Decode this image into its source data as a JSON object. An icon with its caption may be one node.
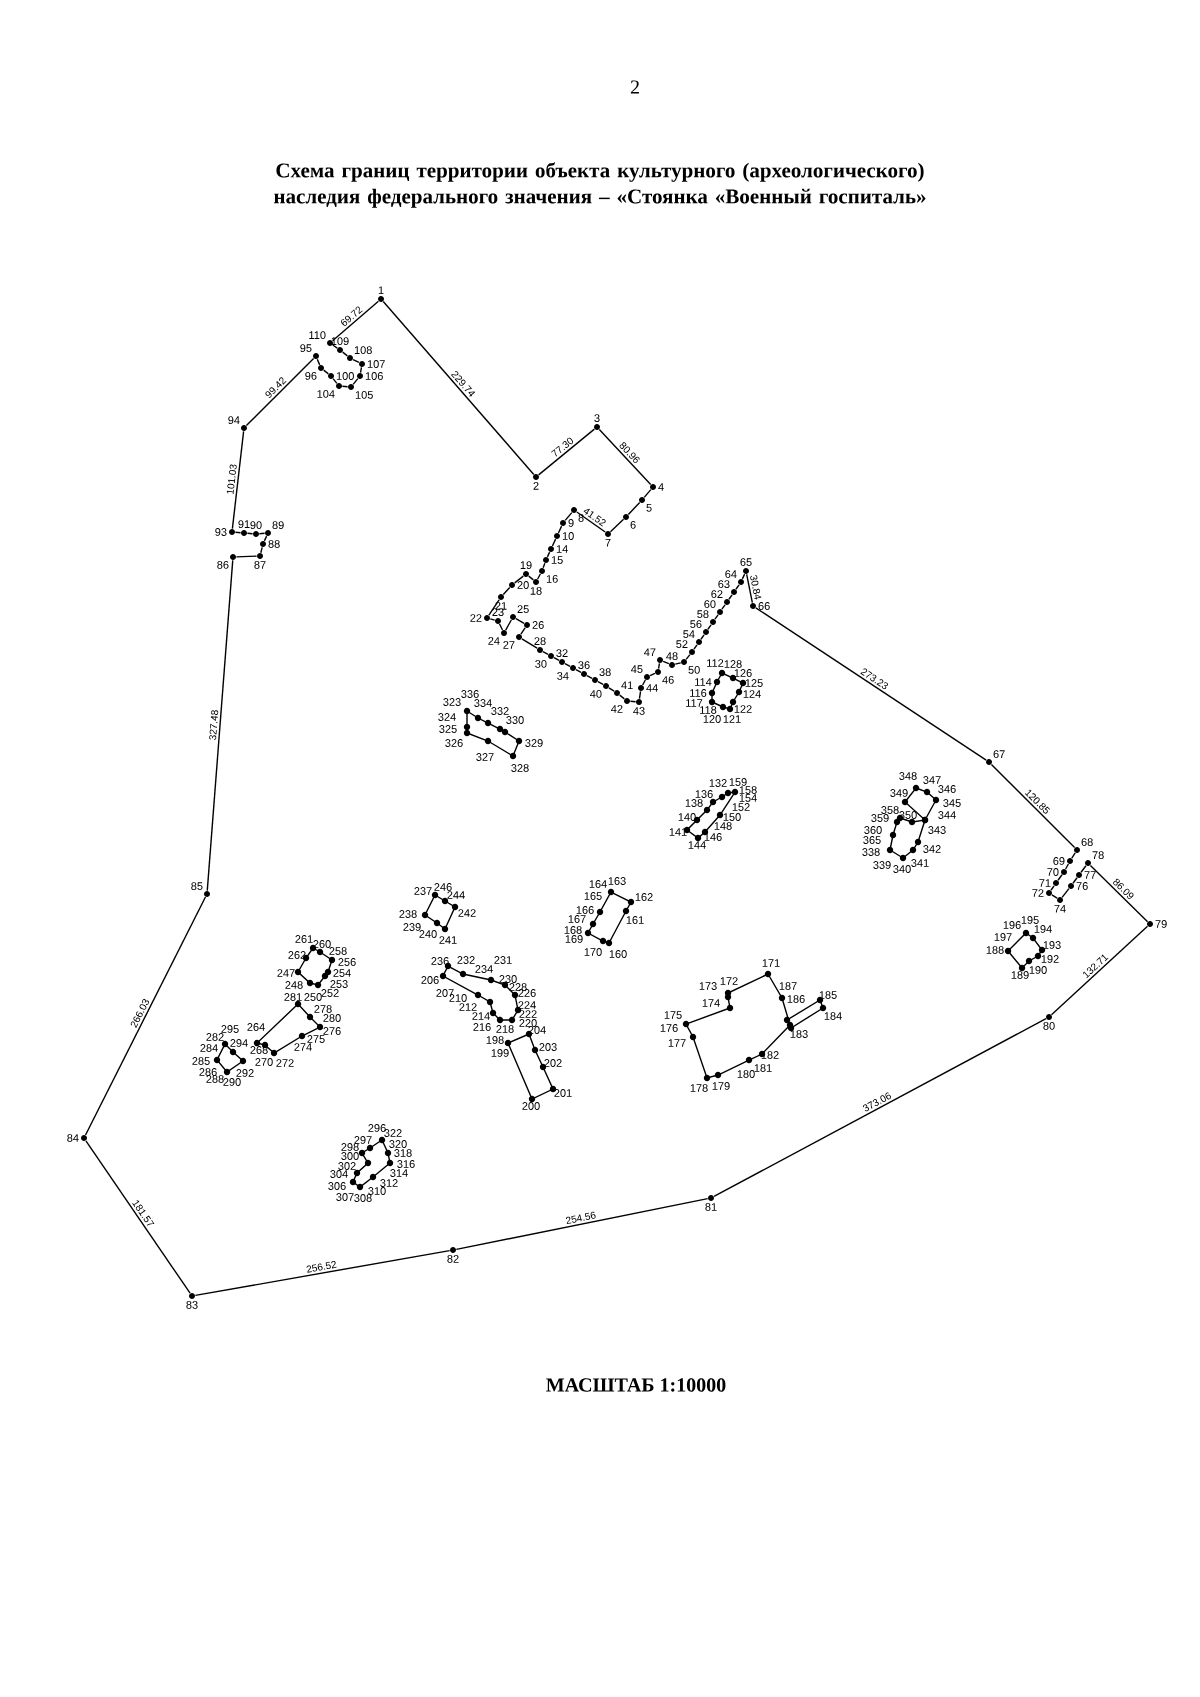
{
  "diagram": {
    "title": "Схема границ территории объекта культурного (археологического) наследия федерального значения – «Стоянка «Военный госпиталь»",
    "nodes": [
      {
        "text": [
          "1"
        ]
      },
      {
        "text": [
          "2"
        ]
      },
      {
        "text": [
          "3"
        ]
      },
      {
        "text": [
          "4"
        ]
      },
      {
        "text": [
          "5"
        ]
      },
      {
        "text": [
          "6"
        ]
      },
      {
        "text": [
          "7"
        ]
      },
      {
        "text": [
          "8"
        ]
      },
      {
        "text": [
          "9"
        ]
      },
      {
        "text": [
          "10"
        ]
      },
      {
        "text": [
          "14"
        ]
      },
      {
        "text": [
          "15"
        ]
      },
      {
        "text": [
          "16"
        ]
      },
      {
        "text": [
          "18"
        ]
      },
      {
        "text": [
          "19"
        ]
      },
      {
        "text": [
          "20"
        ]
      },
      {
        "text": [
          "21"
        ]
      },
      {
        "text": [
          "22"
        ]
      },
      {
        "text": [
          "23"
        ]
      },
      {
        "text": [
          "24"
        ]
      },
      {
        "text": [
          "25"
        ]
      },
      {
        "text": [
          "26"
        ]
      },
      {
        "text": [
          "27"
        ]
      },
      {
        "text": [
          "28"
        ]
      },
      {
        "text": [
          "30"
        ]
      },
      {
        "text": [
          "32"
        ]
      },
      {
        "text": [
          "34"
        ]
      },
      {
        "text": [
          "36"
        ]
      },
      {
        "text": [
          "38"
        ]
      },
      {
        "text": [
          "40"
        ]
      },
      {
        "text": [
          "41"
        ]
      },
      {
        "text": [
          "42"
        ]
      },
      {
        "text": [
          "43"
        ]
      },
      {
        "text": [
          "44"
        ]
      },
      {
        "text": [
          "45"
        ]
      },
      {
        "text": [
          "46"
        ]
      },
      {
        "text": [
          "47"
        ]
      },
      {
        "text": [
          "48"
        ]
      },
      {
        "text": [
          "50"
        ]
      },
      {
        "text": [
          "52"
        ]
      },
      {
        "text": [
          "54"
        ]
      },
      {
        "text": [
          "56"
        ]
      },
      {
        "text": [
          "58"
        ]
      },
      {
        "text": [
          "60"
        ]
      },
      {
        "text": [
          "62"
        ]
      },
      {
        "text": [
          "63"
        ]
      },
      {
        "text": [
          "64"
        ]
      },
      {
        "text": [
          "65"
        ]
      },
      {
        "text": [
          "66"
        ]
      },
      {
        "text": [
          "67"
        ]
      },
      {
        "text": [
          "68"
        ]
      },
      {
        "text": [
          "69"
        ]
      },
      {
        "text": [
          "70"
        ]
      },
      {
        "text": [
          "71"
        ]
      },
      {
        "text": [
          "72"
        ]
      },
      {
        "text": [
          "74"
        ]
      },
      {
        "text": [
          "76"
        ]
      },
      {
        "text": [
          "77"
        ]
      },
      {
        "text": [
          "78"
        ]
      },
      {
        "text": [
          "79"
        ]
      },
      {
        "text": [
          "80"
        ]
      },
      {
        "text": [
          "81"
        ]
      },
      {
        "text": [
          "82"
        ]
      },
      {
        "text": [
          "83"
        ]
      },
      {
        "text": [
          "84"
        ]
      },
      {
        "text": [
          "85"
        ]
      },
      {
        "text": [
          "86"
        ]
      },
      {
        "text": [
          "87"
        ]
      },
      {
        "text": [
          "88"
        ]
      },
      {
        "text": [
          "89"
        ]
      },
      {
        "text": [
          "90"
        ]
      },
      {
        "text": [
          "91"
        ]
      },
      {
        "text": [
          "93"
        ]
      },
      {
        "text": [
          "94"
        ]
      },
      {
        "text": [
          "95"
        ]
      },
      {
        "text": [
          "96"
        ]
      },
      {
        "text": [
          "100"
        ]
      },
      {
        "text": [
          "104"
        ]
      },
      {
        "text": [
          "105"
        ]
      },
      {
        "text": [
          "106"
        ]
      },
      {
        "text": [
          "107"
        ]
      },
      {
        "text": [
          "108"
        ]
      },
      {
        "text": [
          "109"
        ]
      },
      {
        "text": [
          "110"
        ]
      }
    ],
    "edges": [
      {
        "from": 0,
        "to": 1,
        "arrow": "none",
        "label": "229.74"
      },
      {
        "from": 1,
        "to": 2,
        "arrow": "none",
        "label": "77.30"
      },
      {
        "from": 2,
        "to": 3,
        "arrow": "none",
        "label": "80.96"
      },
      {
        "from": 3,
        "to": 4,
        "arrow": "none"
      },
      {
        "from": 4,
        "to": 5,
        "arrow": "none"
      },
      {
        "from": 5,
        "to": 6,
        "arrow": "none"
      },
      {
        "from": 6,
        "to": 7,
        "arrow": "none",
        "label": "41.52"
      },
      {
        "from": 7,
        "to": 8,
        "arrow": "none"
      },
      {
        "from": 8,
        "to": 9,
        "arrow": "none"
      },
      {
        "from": 9,
        "to": 10,
        "arrow": "none"
      },
      {
        "from": 10,
        "to": 11,
        "arrow": "none"
      },
      {
        "from": 11,
        "to": 12,
        "arrow": "none"
      },
      {
        "from": 12,
        "to": 13,
        "arrow": "none"
      },
      {
        "from": 13,
        "to": 14,
        "arrow": "none"
      },
      {
        "from": 14,
        "to": 15,
        "arrow": "none"
      },
      {
        "from": 15,
        "to": 16,
        "arrow": "none"
      },
      {
        "from": 16,
        "to": 17,
        "arrow": "none"
      },
      {
        "from": 17,
        "to": 18,
        "arrow": "none"
      },
      {
        "from": 18,
        "to": 19,
        "arrow": "none"
      },
      {
        "from": 19,
        "to": 20,
        "arrow": "none"
      },
      {
        "from": 20,
        "to": 21,
        "arrow": "none"
      },
      {
        "from": 21,
        "to": 22,
        "arrow": "none"
      },
      {
        "from": 22,
        "to": 23,
        "arrow": "none"
      },
      {
        "from": 23,
        "to": 24,
        "arrow": "none"
      },
      {
        "from": 24,
        "to": 25,
        "arrow": "none"
      },
      {
        "from": 25,
        "to": 26,
        "arrow": "none"
      },
      {
        "from": 26,
        "to": 27,
        "arrow": "none"
      },
      {
        "from": 27,
        "to": 28,
        "arrow": "none"
      },
      {
        "from": 28,
        "to": 29,
        "arrow": "none"
      },
      {
        "from": 29,
        "to": 30,
        "arrow": "none"
      },
      {
        "from": 30,
        "to": 31,
        "arrow": "none"
      },
      {
        "from": 31,
        "to": 32,
        "arrow": "none"
      },
      {
        "from": 32,
        "to": 33,
        "arrow": "none"
      },
      {
        "from": 33,
        "to": 34,
        "arrow": "none"
      },
      {
        "from": 34,
        "to": 35,
        "arrow": "none"
      },
      {
        "from": 35,
        "to": 36,
        "arrow": "none"
      },
      {
        "from": 36,
        "to": 37,
        "arrow": "none"
      },
      {
        "from": 37,
        "to": 38,
        "arrow": "none"
      },
      {
        "from": 38,
        "to": 39,
        "arrow": "none"
      },
      {
        "from": 39,
        "to": 40,
        "arrow": "none"
      },
      {
        "from": 40,
        "to": 41,
        "arrow": "none"
      },
      {
        "from": 41,
        "to": 42,
        "arrow": "none"
      },
      {
        "from": 42,
        "to": 43,
        "arrow": "none"
      },
      {
        "from": 43,
        "to": 44,
        "arrow": "none"
      },
      {
        "from": 44,
        "to": 45,
        "arrow": "none"
      },
      {
        "from": 45,
        "to": 46,
        "arrow": "none"
      },
      {
        "from": 46,
        "to": 47,
        "arrow": "none"
      },
      {
        "from": 47,
        "to": 48,
        "arrow": "none",
        "label": "30.84"
      },
      {
        "from": 48,
        "to": 49,
        "arrow": "none",
        "label": "273.23"
      },
      {
        "from": 49,
        "to": 50,
        "arrow": "none",
        "label": "120.85"
      },
      {
        "from": 50,
        "to": 51,
        "arrow": "none"
      },
      {
        "from": 51,
        "to": 52,
        "arrow": "none"
      },
      {
        "from": 52,
        "to": 53,
        "arrow": "none"
      },
      {
        "from": 53,
        "to": 54,
        "arrow": "none"
      },
      {
        "from": 54,
        "to": 55,
        "arrow": "none"
      },
      {
        "from": 55,
        "to": 56,
        "arrow": "none"
      },
      {
        "from": 56,
        "to": 57,
        "arrow": "none"
      },
      {
        "from": 57,
        "to": 58,
        "arrow": "none"
      },
      {
        "from": 58,
        "to": 59,
        "arrow": "none",
        "label": "86.09"
      },
      {
        "from": 59,
        "to": 60,
        "arrow": "none",
        "label": "132.71"
      },
      {
        "from": 60,
        "to": 61,
        "arrow": "none",
        "label": "373.06"
      },
      {
        "from": 61,
        "to": 62,
        "arrow": "none",
        "label": "254.56"
      },
      {
        "from": 62,
        "to": 63,
        "arrow": "none",
        "label": "256.52"
      },
      {
        "from": 63,
        "to": 64,
        "arrow": "none",
        "label": "181.57"
      },
      {
        "from": 64,
        "to": 65,
        "arrow": "none",
        "label": "266.03"
      },
      {
        "from": 65,
        "to": 66,
        "arrow": "none",
        "label": "327.48"
      },
      {
        "from": 66,
        "to": 67,
        "arrow": "none"
      },
      {
        "from": 67,
        "to": 68,
        "arrow": "none"
      },
      {
        "from": 68,
        "to": 69,
        "arrow": "none"
      },
      {
        "from": 69,
        "to": 70,
        "arrow": "none"
      },
      {
        "from": 70,
        "to": 71,
        "arrow": "none"
      },
      {
        "from": 71,
        "to": 72,
        "arrow": "none"
      },
      {
        "from": 72,
        "to": 73,
        "arrow": "none",
        "label": "101.03"
      },
      {
        "from": 73,
        "to": 74,
        "arrow": "none",
        "label": "99.42"
      },
      {
        "from": 74,
        "to": 75,
        "arrow": "none"
      },
      {
        "from": 75,
        "to": 76,
        "arrow": "none"
      },
      {
        "from": 76,
        "to": 77,
        "arrow": "none"
      },
      {
        "from": 77,
        "to": 78,
        "arrow": "none"
      },
      {
        "from": 78,
        "to": 79,
        "arrow": "none"
      },
      {
        "from": 79,
        "to": 80,
        "arrow": "none"
      },
      {
        "from": 80,
        "to": 81,
        "arrow": "none"
      },
      {
        "from": 81,
        "to": 82,
        "arrow": "none"
      },
      {
        "from": 82,
        "to": 83,
        "arrow": "none"
      },
      {
        "from": 83,
        "to": 0,
        "arrow": "none",
        "label": "69.72"
      }
    ],
    "labels": [
      "2",
      "112",
      "128",
      "126",
      "125",
      "124",
      "122",
      "121",
      "120",
      "118",
      "117",
      "116",
      "114",
      "336",
      "334",
      "332",
      "330",
      "329",
      "328",
      "327",
      "326",
      "325",
      "324",
      "323",
      "132",
      "159",
      "158",
      "154",
      "152",
      "150",
      "148",
      "146",
      "144",
      "141",
      "140",
      "138",
      "136",
      "164",
      "163",
      "162",
      "161",
      "160",
      "170",
      "169",
      "168",
      "167",
      "166",
      "165",
      "171",
      "172",
      "173",
      "174",
      "175",
      "176",
      "177",
      "178",
      "179",
      "180",
      "181",
      "182",
      "183",
      "186",
      "187",
      "185",
      "184",
      "196",
      "195",
      "194",
      "193",
      "192",
      "190",
      "189",
      "188",
      "197",
      "348",
      "347",
      "346",
      "345",
      "344",
      "343",
      "342",
      "341",
      "340",
      "339",
      "338",
      "365",
      "360",
      "359",
      "358",
      "349",
      "350",
      "236",
      "232",
      "231",
      "234",
      "230",
      "228",
      "226",
      "224",
      "222",
      "220",
      "218",
      "216",
      "214",
      "212",
      "210",
      "207",
      "206",
      "204",
      "203",
      "202",
      "201",
      "200",
      "199",
      "198",
      "237",
      "246",
      "244",
      "242",
      "241",
      "240",
      "239",
      "238",
      "261",
      "260",
      "258",
      "256",
      "254",
      "253",
      "252",
      "250",
      "248",
      "247",
      "262",
      "281",
      "278",
      "280",
      "276",
      "275",
      "274",
      "272",
      "270",
      "268",
      "264",
      "295",
      "282",
      "294",
      "284",
      "285",
      "286",
      "288",
      "290",
      "292",
      "296",
      "322",
      "297",
      "320",
      "298",
      "318",
      "300",
      "316",
      "302",
      "314",
      "304",
      "312",
      "306",
      "310",
      "307",
      "308",
      "МАСШТАБ 1:10000"
    ]
  }
}
